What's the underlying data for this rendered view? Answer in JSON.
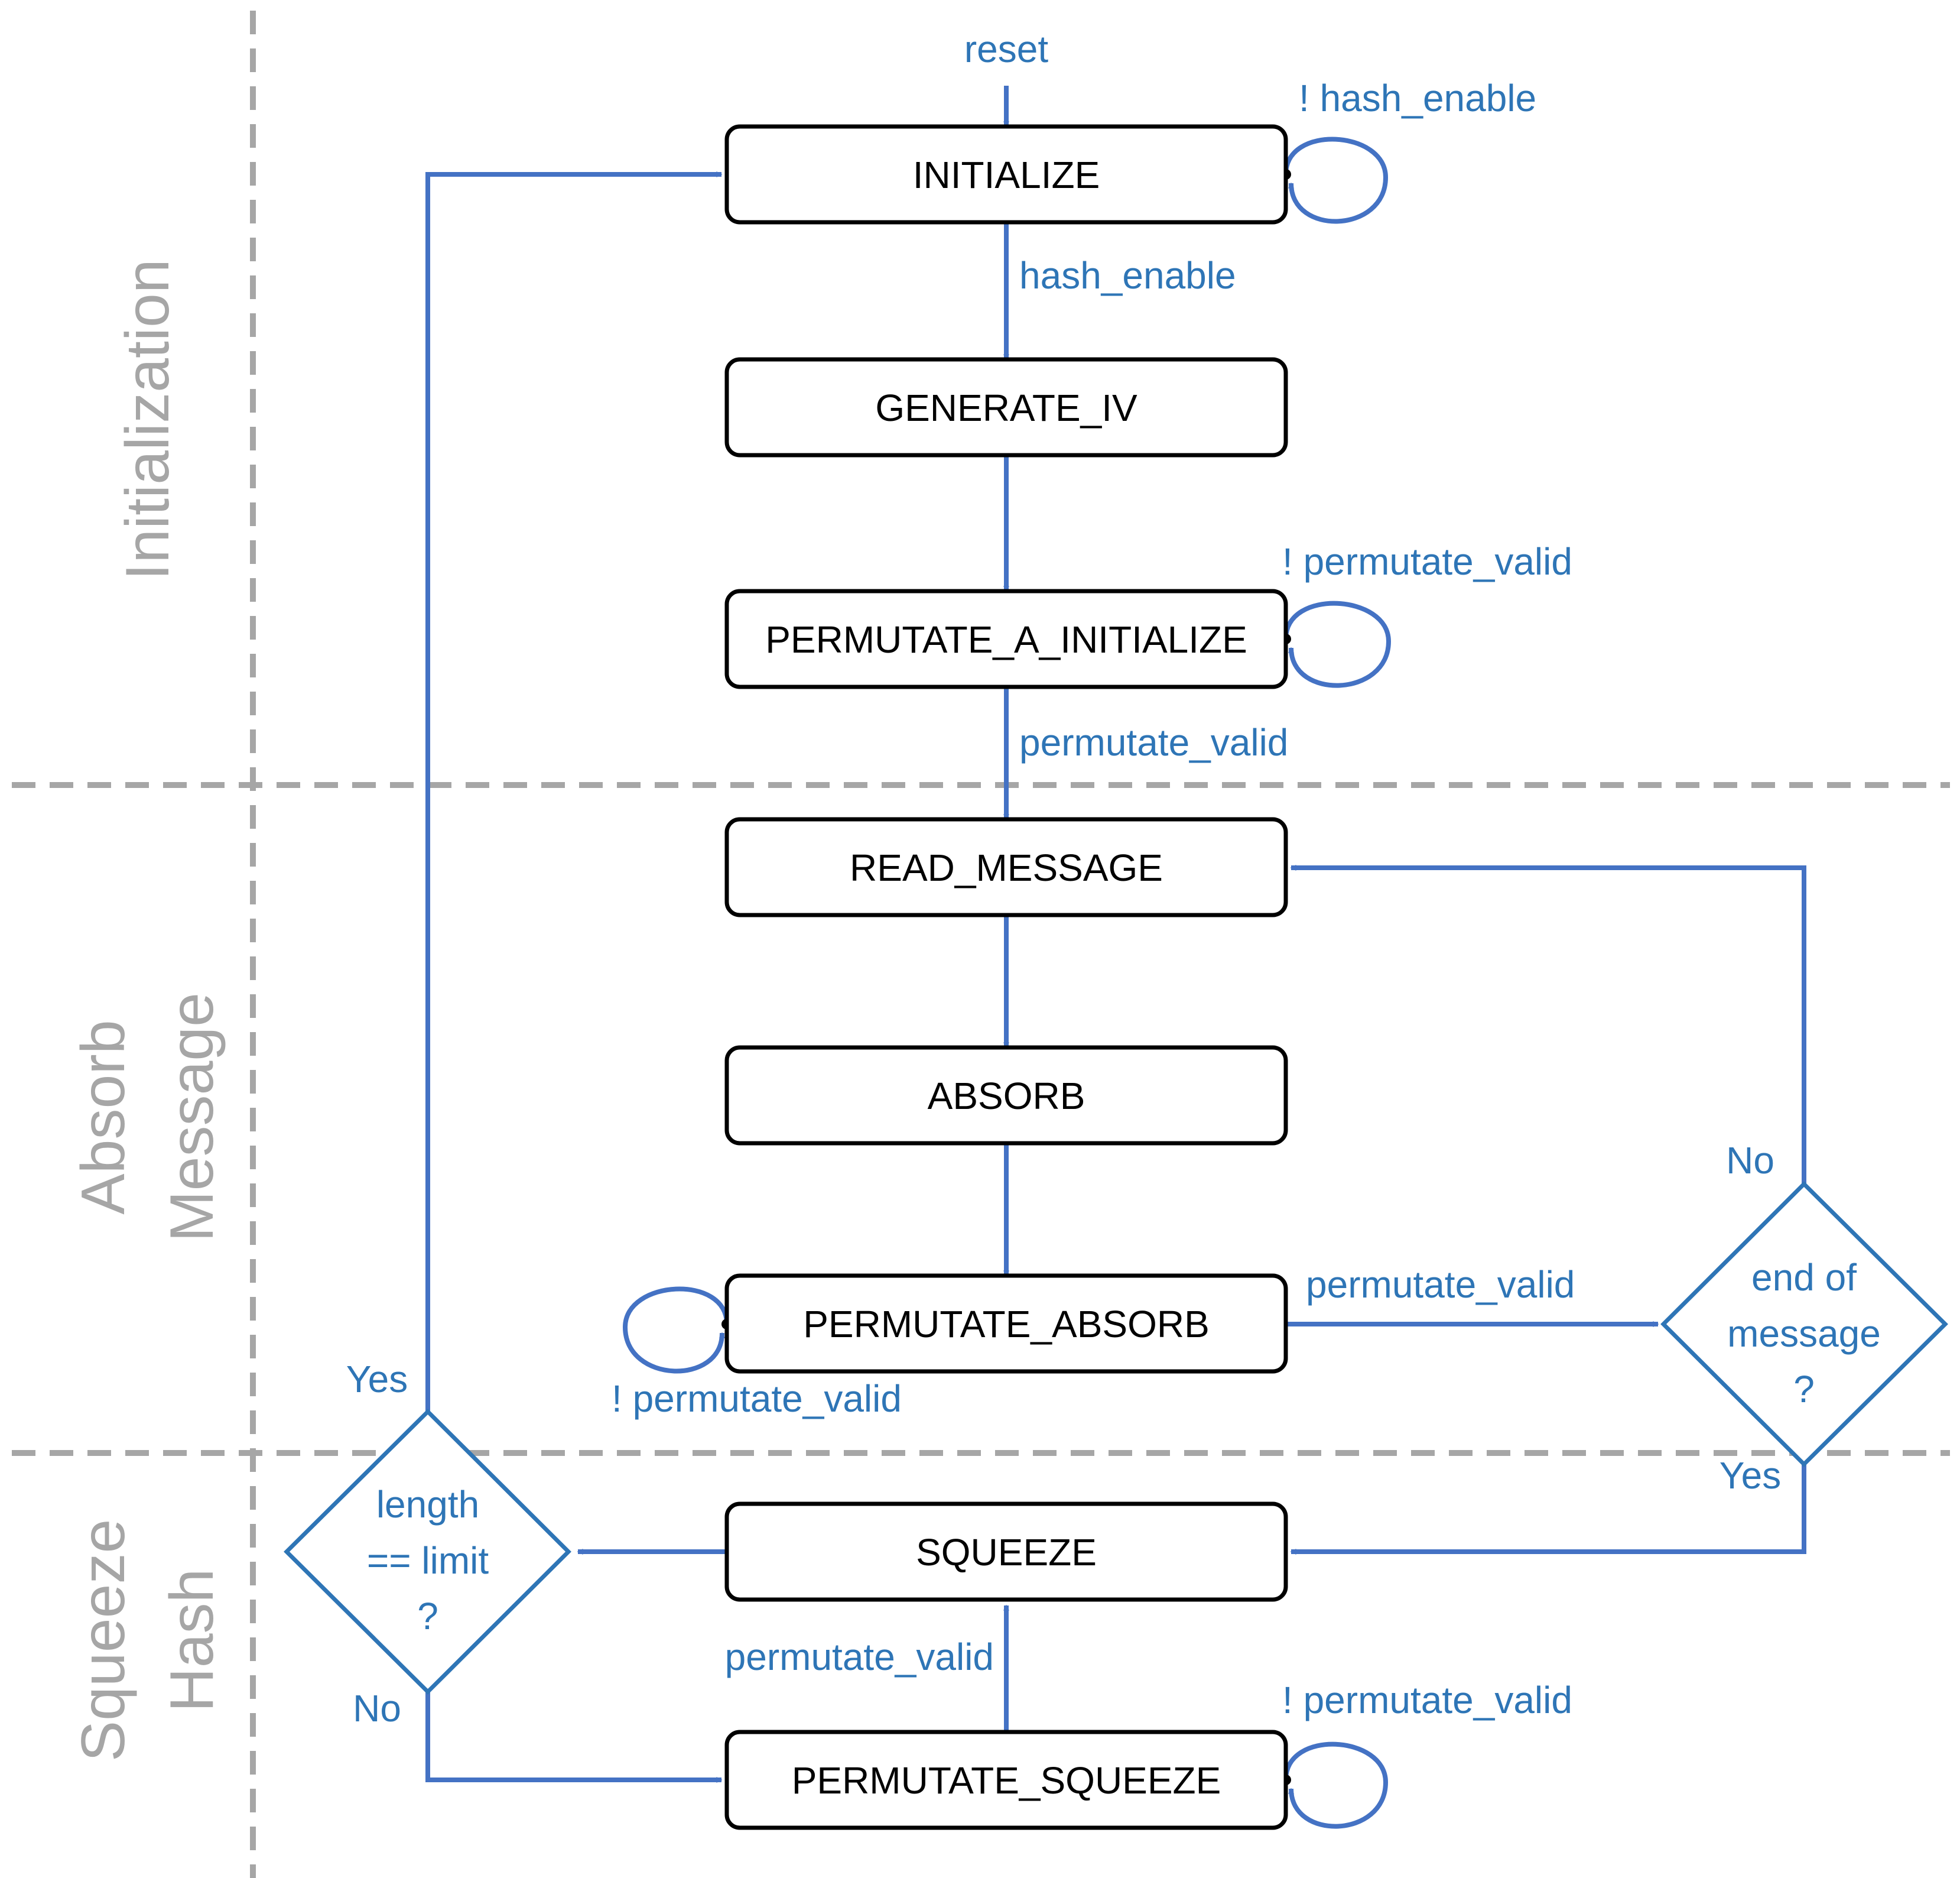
{
  "sections": {
    "initialization": "Initialization",
    "absorb_line1": "Absorb",
    "absorb_line2": "Message",
    "squeeze_line1": "Squeeze",
    "squeeze_line2": "Hash"
  },
  "states": {
    "initialize": "INITIALIZE",
    "generate_iv": "GENERATE_IV",
    "permutate_a_initialize": "PERMUTATE_A_INITIALIZE",
    "read_message": "READ_MESSAGE",
    "absorb": "ABSORB",
    "permutate_absorb": "PERMUTATE_ABSORB",
    "squeeze": "SQUEEZE",
    "permutate_squeeze": "PERMUTATE_SQUEEZE"
  },
  "decisions": {
    "end_of_message": [
      "end of",
      "message",
      "?"
    ],
    "length_limit": [
      "length",
      "== limit",
      "?"
    ]
  },
  "edge_labels": {
    "reset": "reset",
    "not_hash_enable": "! hash_enable",
    "hash_enable": "hash_enable",
    "not_permutate_valid_init": "! permutate_valid",
    "permutate_valid_init": "permutate_valid",
    "permutate_valid_absorb": "permutate_valid",
    "not_permutate_valid_absorb": "! permutate_valid",
    "no_end": "No",
    "yes_end": "Yes",
    "yes_limit": "Yes",
    "no_limit": "No",
    "permutate_valid_squeeze": "permutate_valid",
    "not_permutate_valid_squeeze": "! permutate_valid"
  },
  "colors": {
    "arrow": "#4472c4",
    "edge_label": "#2e75b6",
    "decision_border": "#2e75b6",
    "state_border": "#000000",
    "section_divider": "#a6a6a6",
    "section_label": "#a6a6a6"
  }
}
